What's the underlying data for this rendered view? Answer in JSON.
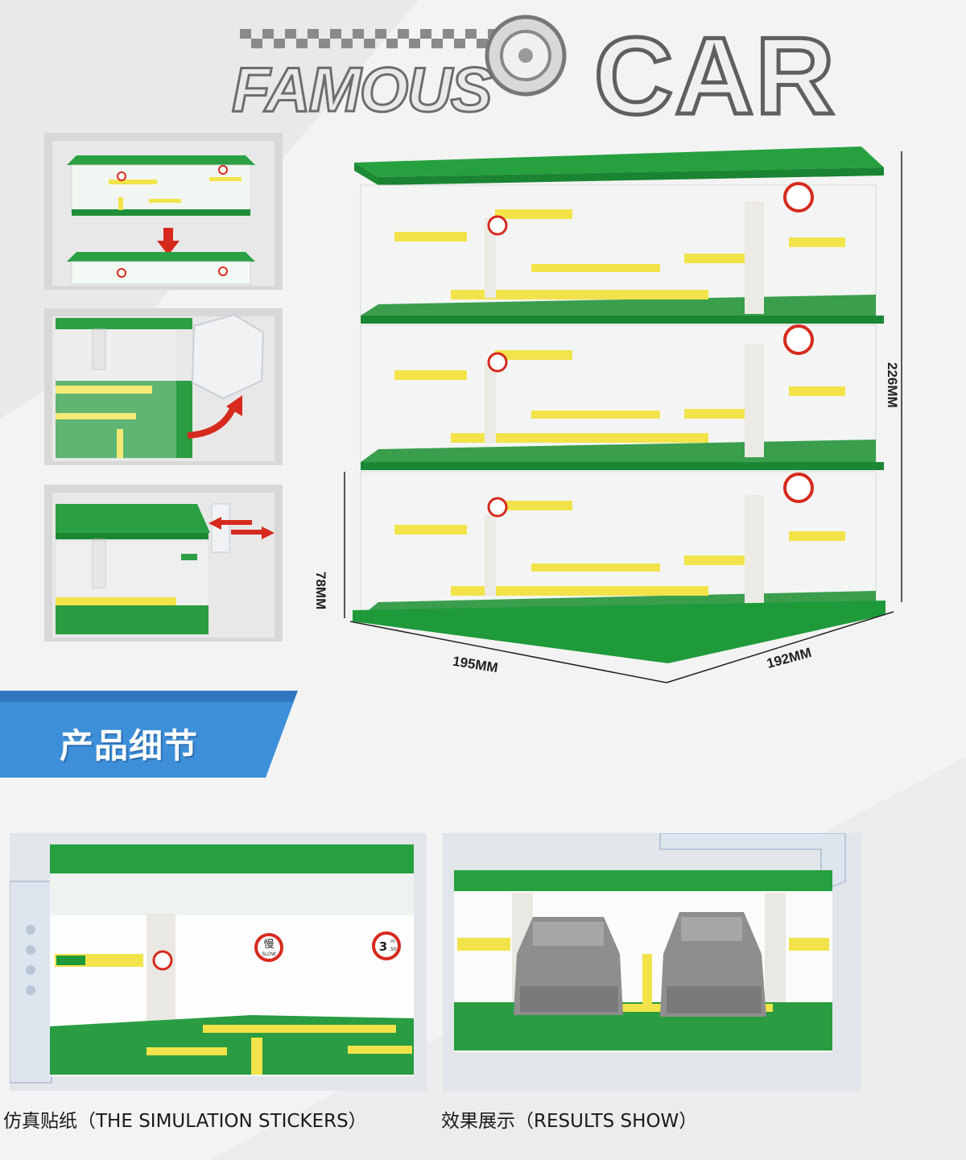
{
  "logo": {
    "word1": "FAMOUS",
    "word2": "CAR"
  },
  "dimensions": {
    "height": "226MM",
    "layer_height": "78MM",
    "width": "195MM",
    "depth": "192MM"
  },
  "section": {
    "title": "产品细节"
  },
  "details": [
    {
      "caption": "仿真贴纸（THE SIMULATION STICKERS）"
    },
    {
      "caption": "效果展示（RESULTS SHOW）"
    }
  ],
  "stickers": {
    "slow_cn": "慢",
    "slow_en": "SLOW",
    "height_limit": "3",
    "height_limit_unit": "m",
    "height_limit_dec": ".50"
  },
  "colors": {
    "accent_blue": "#3d8fd9",
    "baseplate_green": "#1f9a3a",
    "marking_yellow": "#f2e34a",
    "arrow_red": "#d62a1e"
  }
}
